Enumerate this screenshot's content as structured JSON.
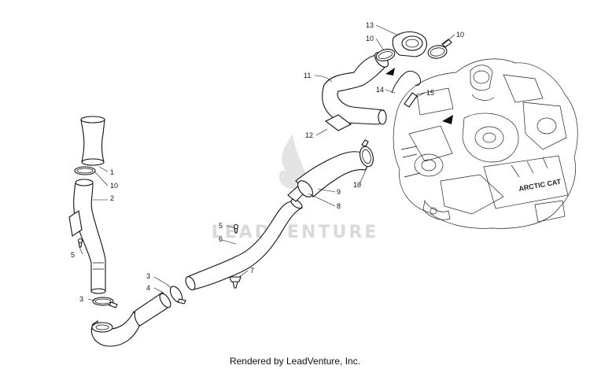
{
  "diagram": {
    "watermark": "LEADVENTURE",
    "footer": "Rendered by LeadVenture, Inc.",
    "engine_text": "ARCTIC CAT",
    "callouts": [
      {
        "id": "c1",
        "text": "1"
      },
      {
        "id": "c2",
        "text": "2"
      },
      {
        "id": "c3a",
        "text": "3"
      },
      {
        "id": "c3b",
        "text": "3"
      },
      {
        "id": "c4",
        "text": "4"
      },
      {
        "id": "c5a",
        "text": "5"
      },
      {
        "id": "c5b",
        "text": "5"
      },
      {
        "id": "c6",
        "text": "6"
      },
      {
        "id": "c7",
        "text": "7"
      },
      {
        "id": "c8",
        "text": "8"
      },
      {
        "id": "c9",
        "text": "9"
      },
      {
        "id": "c10a",
        "text": "10"
      },
      {
        "id": "c10b",
        "text": "10"
      },
      {
        "id": "c10c",
        "text": "10"
      },
      {
        "id": "c10d",
        "text": "10"
      },
      {
        "id": "c11",
        "text": "11"
      },
      {
        "id": "c12",
        "text": "12"
      },
      {
        "id": "c13",
        "text": "13"
      },
      {
        "id": "c14",
        "text": "14"
      },
      {
        "id": "c15",
        "text": "15"
      }
    ]
  }
}
